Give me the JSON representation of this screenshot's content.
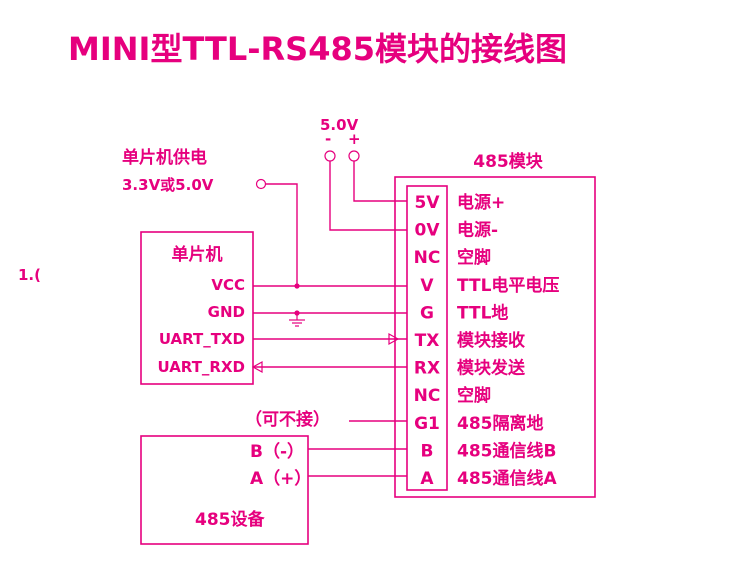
{
  "title": "MINI型TTL-RS485模块的接线图",
  "side_fragment": "1.(",
  "power": {
    "voltage": "5.0V",
    "minus": "-",
    "plus": "+"
  },
  "mcu_supply": {
    "line1": "单片机供电",
    "line2": "3.3V或5.0V"
  },
  "mcu": {
    "title": "单片机",
    "pins": [
      "VCC",
      "GND",
      "UART_TXD",
      "UART_RXD"
    ]
  },
  "module": {
    "title": "485模块",
    "pins": [
      {
        "pin": "5V",
        "desc": "电源+"
      },
      {
        "pin": "0V",
        "desc": "电源-"
      },
      {
        "pin": "NC",
        "desc": "空脚"
      },
      {
        "pin": "V",
        "desc": "TTL电平电压"
      },
      {
        "pin": "G",
        "desc": "TTL地"
      },
      {
        "pin": "TX",
        "desc": "模块接收"
      },
      {
        "pin": "RX",
        "desc": "模块发送"
      },
      {
        "pin": "NC",
        "desc": "空脚"
      },
      {
        "pin": "G1",
        "desc": "485隔离地"
      },
      {
        "pin": "B",
        "desc": "485通信线B"
      },
      {
        "pin": "A",
        "desc": "485通信线A"
      }
    ]
  },
  "optional_note": "（可不接）",
  "device": {
    "title": "485设备",
    "pins": [
      "B（-）",
      "A（+）"
    ]
  }
}
